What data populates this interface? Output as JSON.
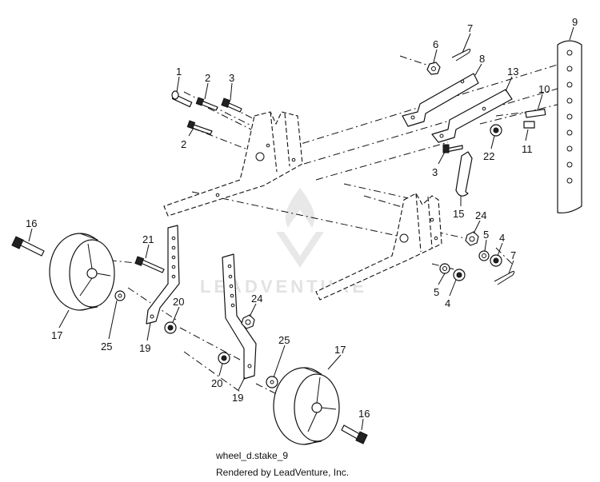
{
  "diagram": {
    "id_label": "wheel_d.stake_9",
    "credit": "Rendered by LeadVenture, Inc.",
    "watermark": "LEADVENTURE",
    "callouts": [
      {
        "key": "c1",
        "label": "1"
      },
      {
        "key": "c2a",
        "label": "2"
      },
      {
        "key": "c3a",
        "label": "3"
      },
      {
        "key": "c2b",
        "label": "2"
      },
      {
        "key": "c6",
        "label": "6"
      },
      {
        "key": "c7a",
        "label": "7"
      },
      {
        "key": "c8",
        "label": "8"
      },
      {
        "key": "c9",
        "label": "9"
      },
      {
        "key": "c13",
        "label": "13"
      },
      {
        "key": "c10",
        "label": "10"
      },
      {
        "key": "c11",
        "label": "11"
      },
      {
        "key": "c3b",
        "label": "3"
      },
      {
        "key": "c22",
        "label": "22"
      },
      {
        "key": "c15",
        "label": "15"
      },
      {
        "key": "c24a",
        "label": "24"
      },
      {
        "key": "c5a",
        "label": "5"
      },
      {
        "key": "c4a",
        "label": "4"
      },
      {
        "key": "c7b",
        "label": "7"
      },
      {
        "key": "c5b",
        "label": "5"
      },
      {
        "key": "c4b",
        "label": "4"
      },
      {
        "key": "c16a",
        "label": "16"
      },
      {
        "key": "c21",
        "label": "21"
      },
      {
        "key": "c17a",
        "label": "17"
      },
      {
        "key": "c25a",
        "label": "25"
      },
      {
        "key": "c20a",
        "label": "20"
      },
      {
        "key": "c19a",
        "label": "19"
      },
      {
        "key": "c24b",
        "label": "24"
      },
      {
        "key": "c25b",
        "label": "25"
      },
      {
        "key": "c17b",
        "label": "17"
      },
      {
        "key": "c20b",
        "label": "20"
      },
      {
        "key": "c19b",
        "label": "19"
      },
      {
        "key": "c16b",
        "label": "16"
      }
    ]
  }
}
